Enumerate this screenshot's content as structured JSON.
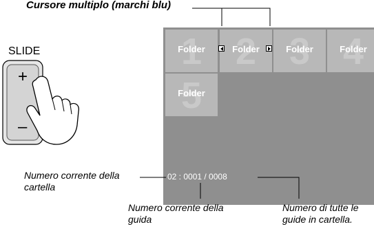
{
  "title": "Cursore multiplo (marchi blu)",
  "slide_label": "SLIDE",
  "button": {
    "plus": "+",
    "minus": "–"
  },
  "folders": [
    {
      "number": "1",
      "label": "Folder"
    },
    {
      "number": "2",
      "label": "Folder"
    },
    {
      "number": "3",
      "label": "Folder"
    },
    {
      "number": "4",
      "label": "Folder"
    },
    {
      "number": "5",
      "label": "Folder"
    }
  ],
  "status_text": "02 : 0001 / 0008",
  "callouts": {
    "folder_number": [
      "Numero corrente della",
      "cartella"
    ],
    "guide_number": [
      "Numero corrente della",
      "guida"
    ],
    "guide_total": [
      "Numero di tutte le",
      "guide in cartella."
    ]
  },
  "colors": {
    "screen_bg": "#8f8f8f",
    "folder_tile": "#b8b8b8",
    "text_on_screen": "#ffffff"
  }
}
